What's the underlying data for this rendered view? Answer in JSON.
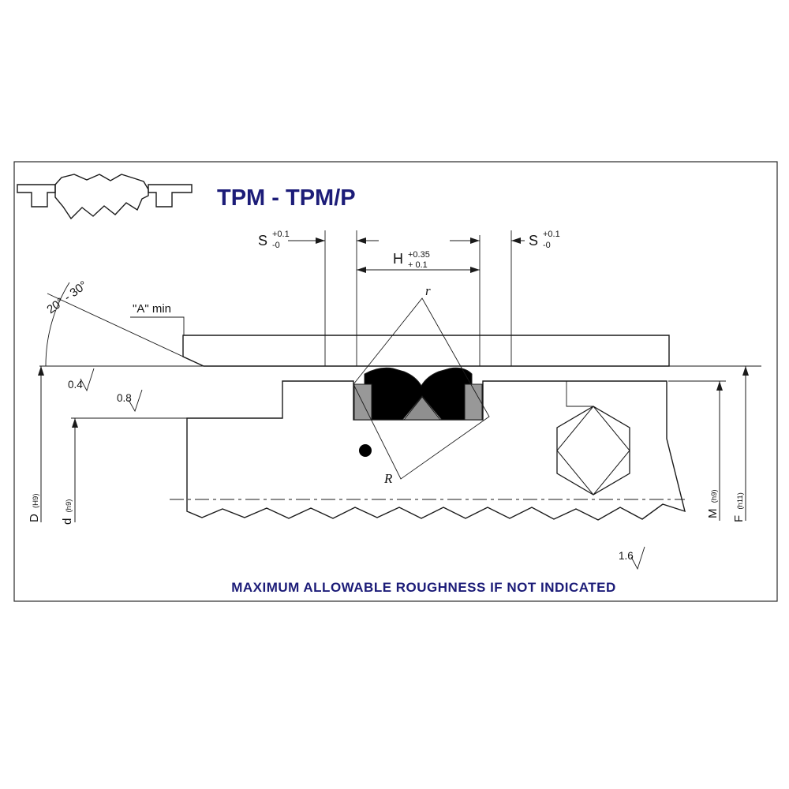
{
  "drawing": {
    "title": "TPM - TPM/P",
    "footer": "MAXIMUM ALLOWABLE ROUGHNESS IF NOT INDICATED"
  },
  "dimensions": {
    "s_left": {
      "letter": "S",
      "upper": "+0.1",
      "lower": "-0"
    },
    "h": {
      "letter": "H",
      "upper": "+0.35",
      "lower": "+ 0.1"
    },
    "s_right": {
      "letter": "S",
      "upper": "+0.1",
      "lower": "-0"
    },
    "a_min": "\"A\" min",
    "angle_range": "20° - 30°",
    "fillet_small": "r",
    "fillet_large": "R",
    "dim_D": {
      "letter": "D",
      "fit": "(H9)"
    },
    "dim_d": {
      "letter": "d",
      "fit": "(h9)"
    },
    "dim_M": {
      "letter": "M",
      "fit": "(h9)"
    },
    "dim_F": {
      "letter": "F",
      "fit": "(h11)"
    }
  },
  "roughness": {
    "r04": "0.4",
    "r08": "0.8",
    "r16": "1.6"
  },
  "colors": {
    "line": "#1a1a1a",
    "accent_text": "#1c1c78",
    "seal_black": "#000000",
    "backup_grey": "#989898",
    "background": "#ffffff"
  }
}
